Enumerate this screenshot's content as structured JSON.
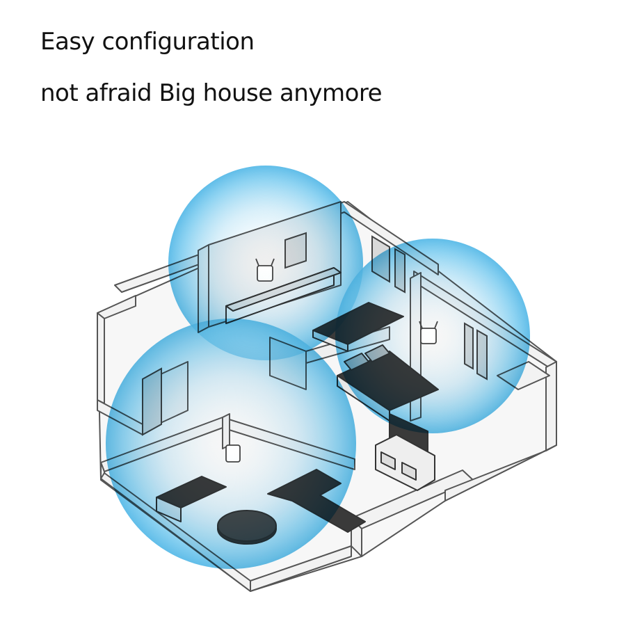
{
  "headline": {
    "line1": "Easy configuration",
    "line2": "not afraid Big house anymore"
  },
  "illustration": {
    "subject": "isometric-house-floor-plan",
    "repeater_count": 3,
    "coverage_color": "#5bc0ea",
    "wall_fill": "#f4f4f4",
    "wall_stroke": "#4a4a4a",
    "furniture_color": "#3a3a3a"
  }
}
